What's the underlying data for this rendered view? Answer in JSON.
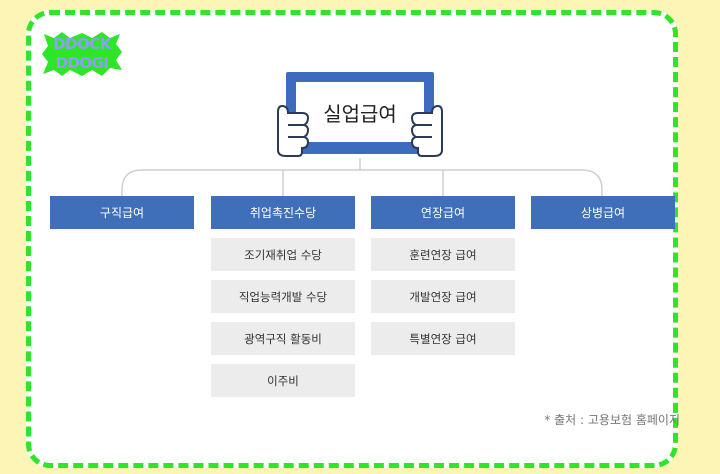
{
  "logo": {
    "line1": "DDOCK",
    "line2": "DDOGI"
  },
  "title": "실업급여",
  "columns": [
    {
      "head": "구직급여",
      "items": []
    },
    {
      "head": "취업촉진수당",
      "items": [
        "조기재취업 수당",
        "직업능력개발 수당",
        "광역구직 활동비",
        "이주비"
      ]
    },
    {
      "head": "연장급여",
      "items": [
        "훈련연장 급여",
        "개발연장 급여",
        "특별연장 급여"
      ]
    },
    {
      "head": "상병급여",
      "items": []
    }
  ],
  "source": "* 출처 : 고용보험 홈페이지",
  "colors": {
    "accent": "#3e6fb8",
    "border": "#2ee52a",
    "background": "#fdf5b6",
    "subbox": "#ececec"
  }
}
